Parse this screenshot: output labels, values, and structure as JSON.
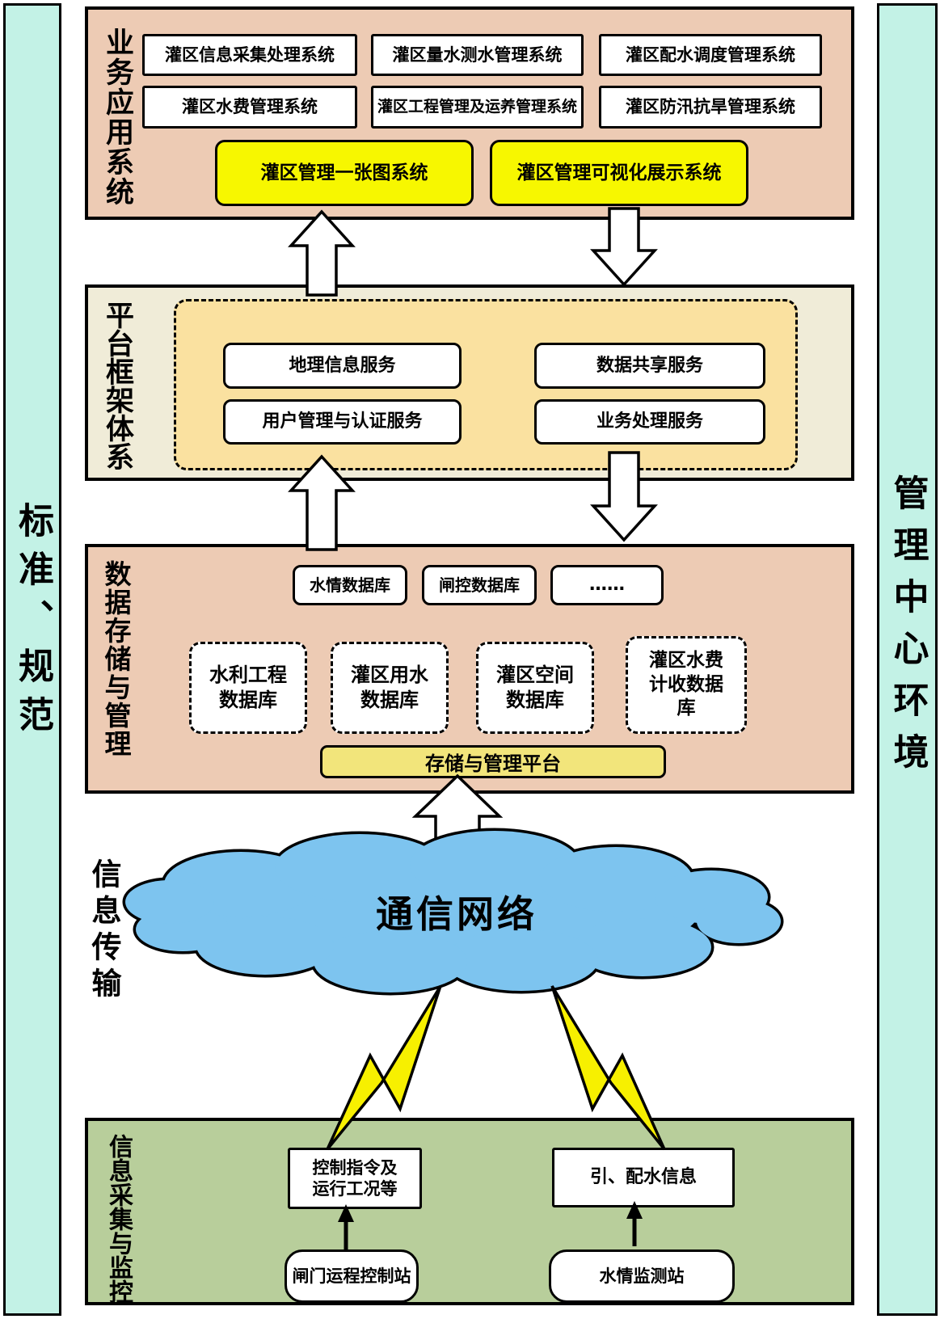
{
  "side_bars": {
    "left_label": "标准、规范",
    "right_label": "管理中心环境"
  },
  "sections": {
    "business": {
      "label": "业务应用系统",
      "systems": [
        {
          "label": "灌区信息采集处理系统"
        },
        {
          "label": "灌区量水测水管理系统"
        },
        {
          "label": "灌区配水调度管理系统"
        },
        {
          "label": "灌区水费管理系统"
        },
        {
          "label": "灌区工程管理及运养管理系统"
        },
        {
          "label": "灌区防汛抗旱管理系统"
        }
      ],
      "highlight_systems": [
        {
          "label": "灌区管理一张图系统"
        },
        {
          "label": "灌区管理可视化展示系统"
        }
      ]
    },
    "platform": {
      "label": "平台框架体系",
      "services": [
        {
          "label": "地理信息服务"
        },
        {
          "label": "数据共享服务"
        },
        {
          "label": "用户管理与认证服务"
        },
        {
          "label": "业务处理服务"
        }
      ]
    },
    "data_storage": {
      "label": "数据存储与管理",
      "databases_row": [
        {
          "label": "水情数据库"
        },
        {
          "label": "闸控数据库"
        },
        {
          "label": "……"
        }
      ],
      "databases_dashed": [
        {
          "label": "水利工程数据库"
        },
        {
          "label": "灌区用水数据库"
        },
        {
          "label": "灌区空间数据库"
        },
        {
          "label": "灌区水费计收数据库"
        }
      ],
      "platform_bar": "存储与管理平台"
    },
    "transmission": {
      "label": "信息传输",
      "cloud_label": "通信网络"
    },
    "collection": {
      "label": "信息采集与监控",
      "info_boxes": [
        {
          "label": "控制指令及运行工况等"
        },
        {
          "label": "引、配水信息"
        }
      ],
      "stations": [
        {
          "label": "闸门运程控制站"
        },
        {
          "label": "水情监测站"
        }
      ]
    }
  },
  "colors": {
    "section_salmon": "#edcbb4",
    "section_cream": "#f0ecd8",
    "dashed_yellow": "#fae1a0",
    "highlight_yellow": "#f7f700",
    "soft_yellow_bar": "#f2e57b",
    "section_green": "#b8ce9b",
    "sidebar_cyan": "#c3f2e6",
    "cloud_blue": "#7dc4ef"
  }
}
